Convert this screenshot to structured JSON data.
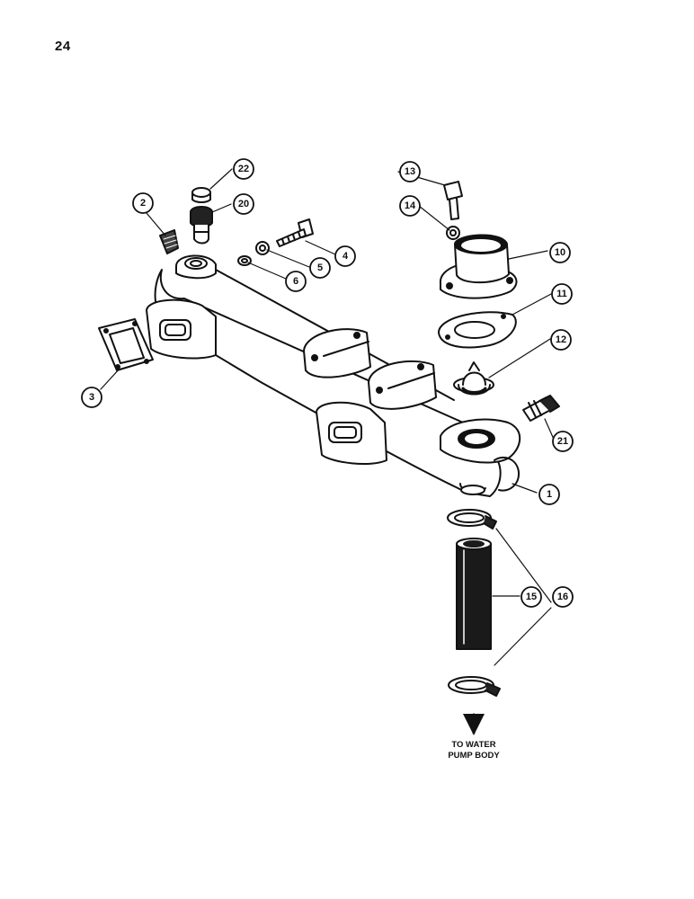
{
  "page": {
    "number": "24"
  },
  "callouts": [
    {
      "id": "c1",
      "label": "1"
    },
    {
      "id": "c2",
      "label": "2"
    },
    {
      "id": "c3",
      "label": "3"
    },
    {
      "id": "c4",
      "label": "4"
    },
    {
      "id": "c5",
      "label": "5"
    },
    {
      "id": "c6",
      "label": "6"
    },
    {
      "id": "c10",
      "label": "10"
    },
    {
      "id": "c11",
      "label": "11"
    },
    {
      "id": "c12",
      "label": "12"
    },
    {
      "id": "c13",
      "label": "13"
    },
    {
      "id": "c14",
      "label": "14"
    },
    {
      "id": "c15",
      "label": "15"
    },
    {
      "id": "c16",
      "label": "16"
    },
    {
      "id": "c20",
      "label": "20"
    },
    {
      "id": "c21",
      "label": "21"
    },
    {
      "id": "c22",
      "label": "22"
    }
  ],
  "note": {
    "line1": "TO WATER",
    "line2": "PUMP BODY"
  },
  "colors": {
    "ink": "#111111",
    "paper": "#ffffff"
  }
}
